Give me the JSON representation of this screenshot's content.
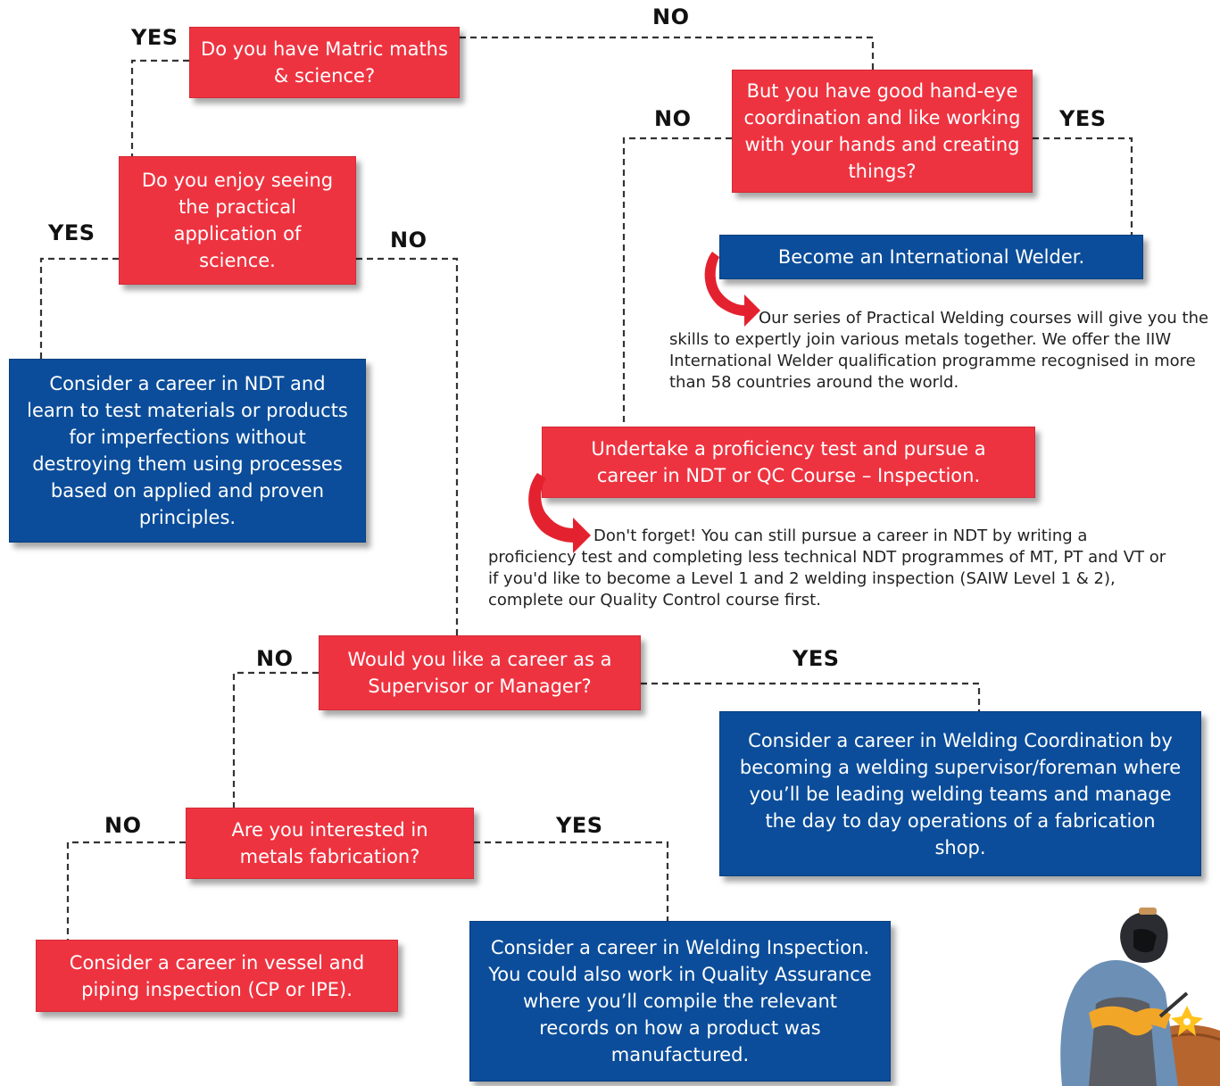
{
  "colors": {
    "red": "#ee3340",
    "blue": "#0b4d9a",
    "line": "#333333"
  },
  "nodes": {
    "q_matric": "Do you have Matric maths & science?",
    "q_hand_eye": "But you have good hand-eye coordination and like working with your hands and creating things?",
    "r_welder": "Become an International Welder.",
    "q_practical": "Do you enjoy seeing the practical application of science.",
    "r_ndt": "Consider a career in NDT and learn to test materials or products for imperfections without destroying them using processes based on applied and proven principles.",
    "r_proficiency": "Undertake a proficiency test and pursue a career in NDT or QC Course – Inspection.",
    "q_supervisor": "Would you like a career as a Supervisor or Manager?",
    "r_coordination": "Consider a career in Welding Coordination by becoming a welding supervisor/foreman where you’ll be leading welding teams and manage the day to day operations of a fabrication shop.",
    "q_fabrication": "Are you interested in metals fabrication?",
    "r_vessel": "Consider a career in vessel and piping inspection (CP or IPE).",
    "r_inspection": "Consider a career in Welding Inspection. You could also work in Quality Assurance where you’ll compile the relevant records on how a product was manufactured."
  },
  "notes": {
    "welder_note": "Our series of Practical Welding courses will give you the skills to expertly join various metals together. We offer the IIW International Welder qualification programme recognised in more than 58 countries around the world.",
    "ndt_note": "Don't forget! You can still pursue a career in NDT by writing a proficiency test and completing less technical NDT programmes of MT, PT and VT or if you'd like to become a Level 1 and 2 welding inspection (SAIW Level 1 & 2), complete our Quality Control course first."
  },
  "labels": {
    "yes": "YES",
    "no": "NO"
  },
  "illustration": {
    "icon": "welder-illustration"
  }
}
